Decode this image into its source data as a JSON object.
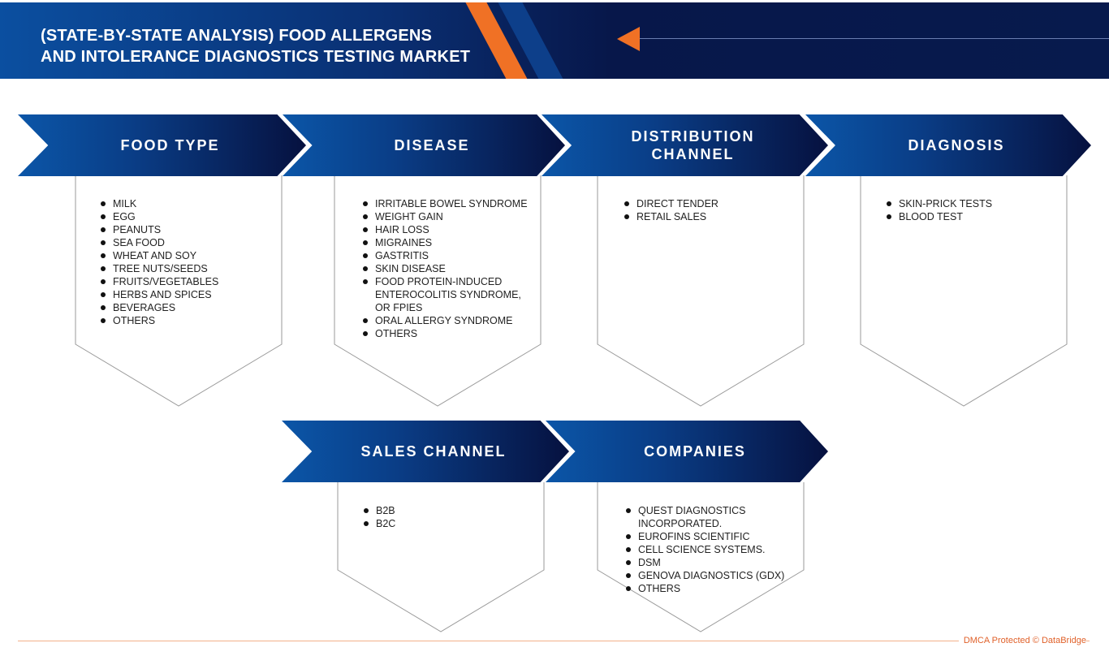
{
  "header": {
    "title_line1": "(STATE-BY-STATE ANALYSIS) FOOD ALLERGENS",
    "title_line2": "AND INTOLERANCE DIAGNOSTICS TESTING MARKET"
  },
  "colors": {
    "accent": "#f07125",
    "navy": "#06113f",
    "blue": "#0b56a8"
  },
  "segments": [
    {
      "title": "FOOD TYPE",
      "items": [
        "MILK",
        "EGG",
        "PEANUTS",
        "SEA FOOD",
        "WHEAT AND SOY",
        "TREE NUTS/SEEDS",
        "FRUITS/VEGETABLES",
        "HERBS AND SPICES",
        "BEVERAGES",
        "OTHERS"
      ]
    },
    {
      "title": "DISEASE",
      "items": [
        "IRRITABLE BOWEL SYNDROME",
        "WEIGHT GAIN",
        "HAIR LOSS",
        "MIGRAINES",
        "GASTRITIS",
        "SKIN DISEASE",
        "FOOD PROTEIN-INDUCED ENTEROCOLITIS SYNDROME, OR FPIES",
        "ORAL ALLERGY SYNDROME",
        "OTHERS"
      ]
    },
    {
      "title": "DISTRIBUTION CHANNEL",
      "items": [
        "DIRECT TENDER",
        "RETAIL SALES"
      ]
    },
    {
      "title": "DIAGNOSIS",
      "items": [
        "SKIN-PRICK TESTS",
        "BLOOD TEST"
      ]
    },
    {
      "title": "SALES CHANNEL",
      "items": [
        "B2B",
        "B2C"
      ]
    },
    {
      "title": "COMPANIES",
      "items": [
        "QUEST DIAGNOSTICS INCORPORATED.",
        "EUROFINS SCIENTIFIC",
        "CELL SCIENCE SYSTEMS.",
        "DSM",
        "GENOVA DIAGNOSTICS (GDX)",
        "OTHERS"
      ]
    }
  ],
  "footer": {
    "dmca": "DMCA Protected © DataBridge"
  }
}
